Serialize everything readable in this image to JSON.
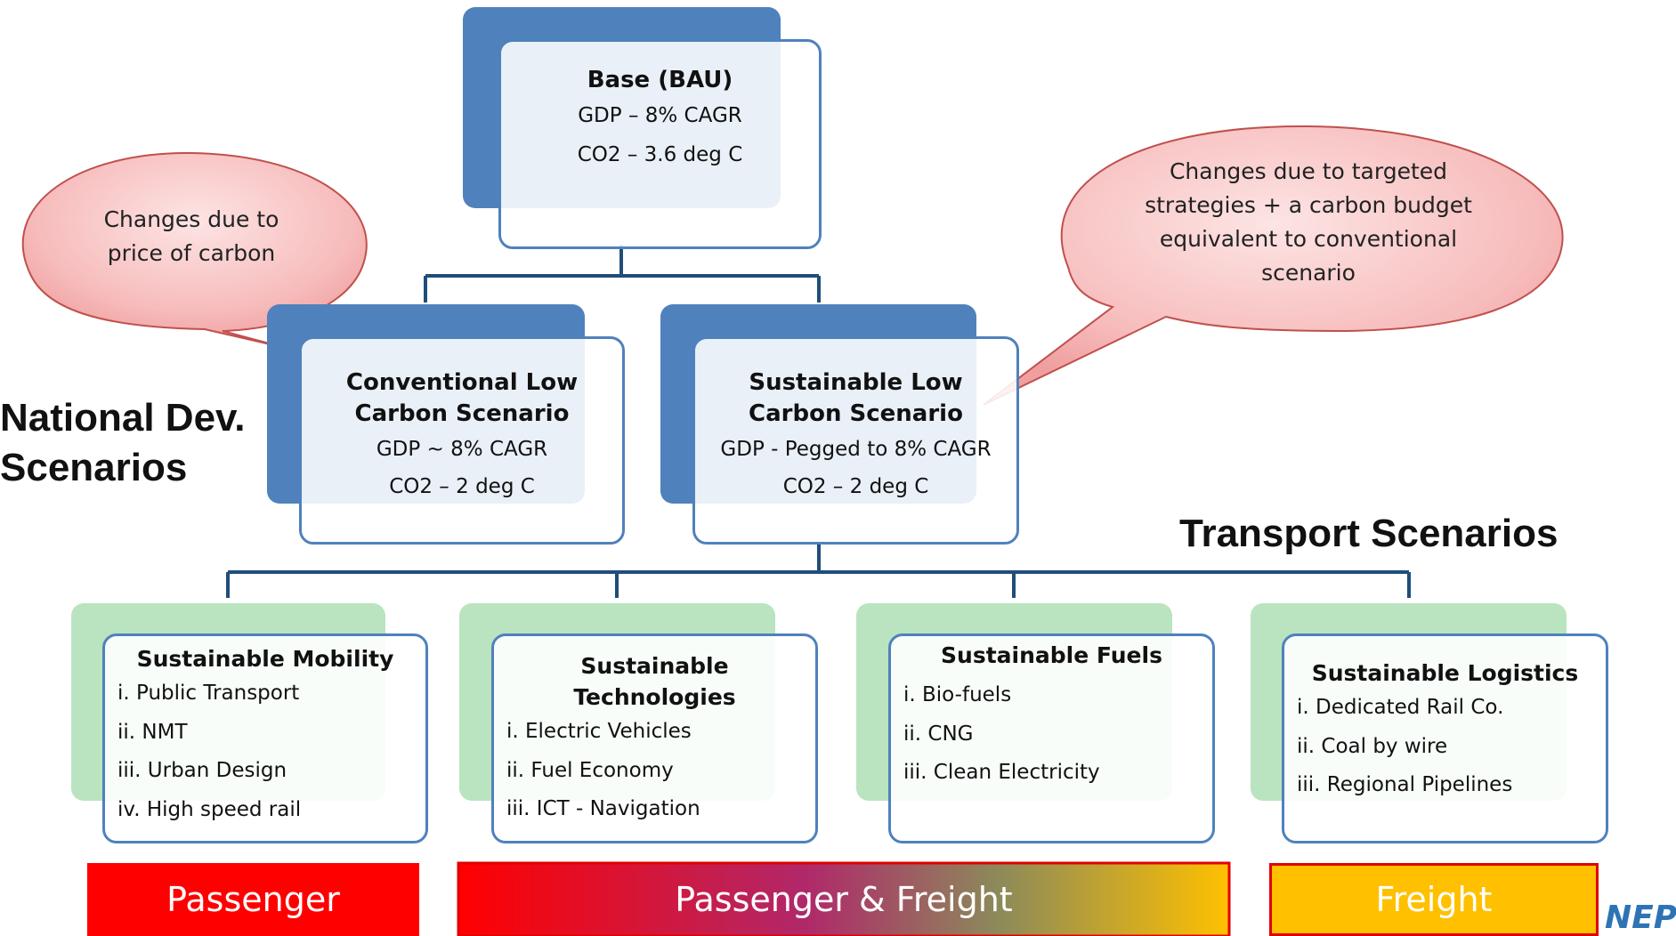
{
  "base": {
    "title": "Base (BAU)",
    "gdp": "GDP – 8% CAGR",
    "co2": "CO2 – 3.6 deg C"
  },
  "bubbles": {
    "left": "Changes due to price of carbon",
    "right": "Changes due to targeted strategies + a carbon budget equivalent to conventional scenario"
  },
  "national_label": "National Dev. Scenarios",
  "transport_label": "Transport Scenarios",
  "conventional": {
    "title": "Conventional Low Carbon Scenario",
    "gdp": "GDP ~ 8% CAGR",
    "co2": "CO2 – 2 deg C"
  },
  "sustainable": {
    "title": "Sustainable Low Carbon Scenario",
    "gdp": "GDP  - Pegged to 8% CAGR",
    "co2": "CO2 – 2 deg C"
  },
  "transport": [
    {
      "title": "Sustainable Mobility",
      "items": [
        "i. Public Transport",
        "ii. NMT",
        "iii. Urban Design",
        "iv. High speed rail"
      ]
    },
    {
      "title": "Sustainable Technologies",
      "items": [
        "i. Electric Vehicles",
        "ii. Fuel Economy",
        "iii. ICT - Navigation"
      ]
    },
    {
      "title": "Sustainable Fuels",
      "items": [
        "i. Bio-fuels",
        "ii.  CNG",
        "iii. Clean Electricity"
      ]
    },
    {
      "title": "Sustainable Logistics",
      "items": [
        "i. Dedicated Rail Co.",
        "ii. Coal by wire",
        "iii. Regional Pipelines"
      ]
    }
  ],
  "bars": {
    "passenger": "Passenger",
    "both": "Passenger & Freight",
    "freight": "Freight"
  },
  "corner_logo": "NEP",
  "colors": {
    "box_blue": "#4f81bd",
    "box_green": "#b9e4bf",
    "bubble_fill": "#f6b0b0",
    "bar_red": "#ff0000",
    "bar_orange": "#ffc000"
  }
}
